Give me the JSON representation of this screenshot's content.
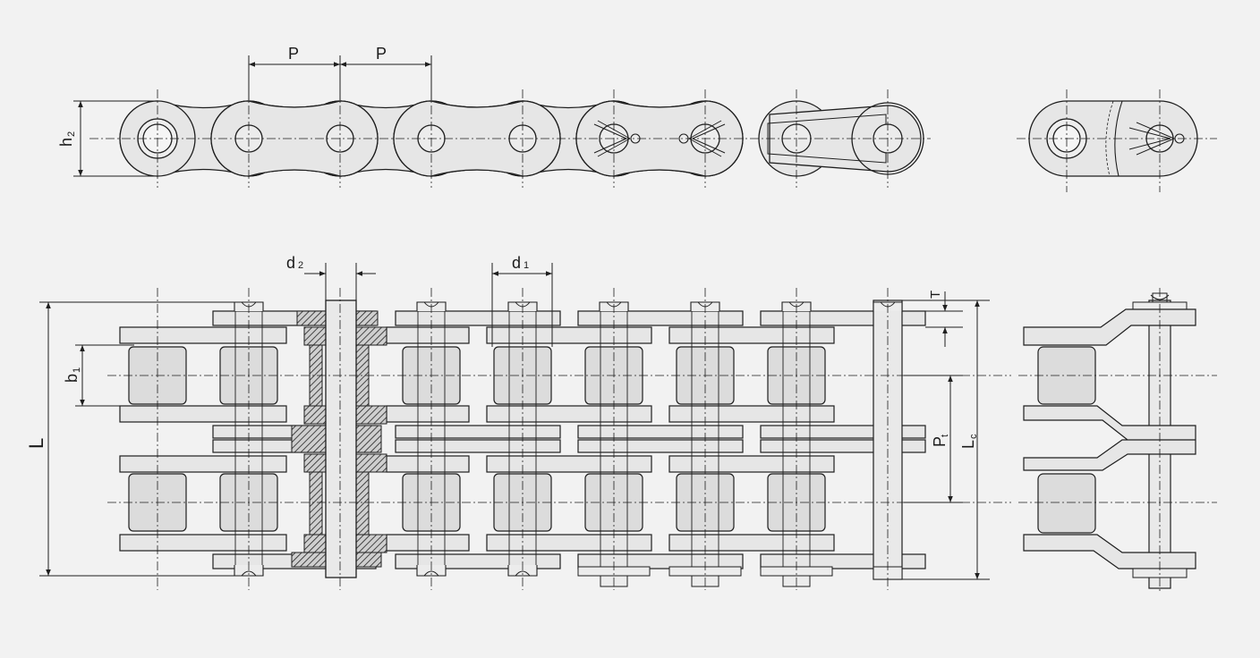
{
  "labels": {
    "pitch": "P",
    "pitch_second": "P",
    "plate_height": "h",
    "plate_height_sub": "2",
    "pin_diameter": "d",
    "pin_diameter_sub": "2",
    "roller_diameter": "d",
    "roller_diameter_sub": "1",
    "inner_width": "b",
    "inner_width_sub": "1",
    "overall_length": "L",
    "plate_thickness": "T",
    "transverse_pitch": "P",
    "transverse_pitch_sub": "t",
    "connecting_length": "L",
    "connecting_length_sub": "c"
  },
  "colors": {
    "line": "#1f1f1f",
    "fill": "#e6e6e6",
    "roller": "#dcdcdc",
    "background": "#f2f2f2"
  }
}
